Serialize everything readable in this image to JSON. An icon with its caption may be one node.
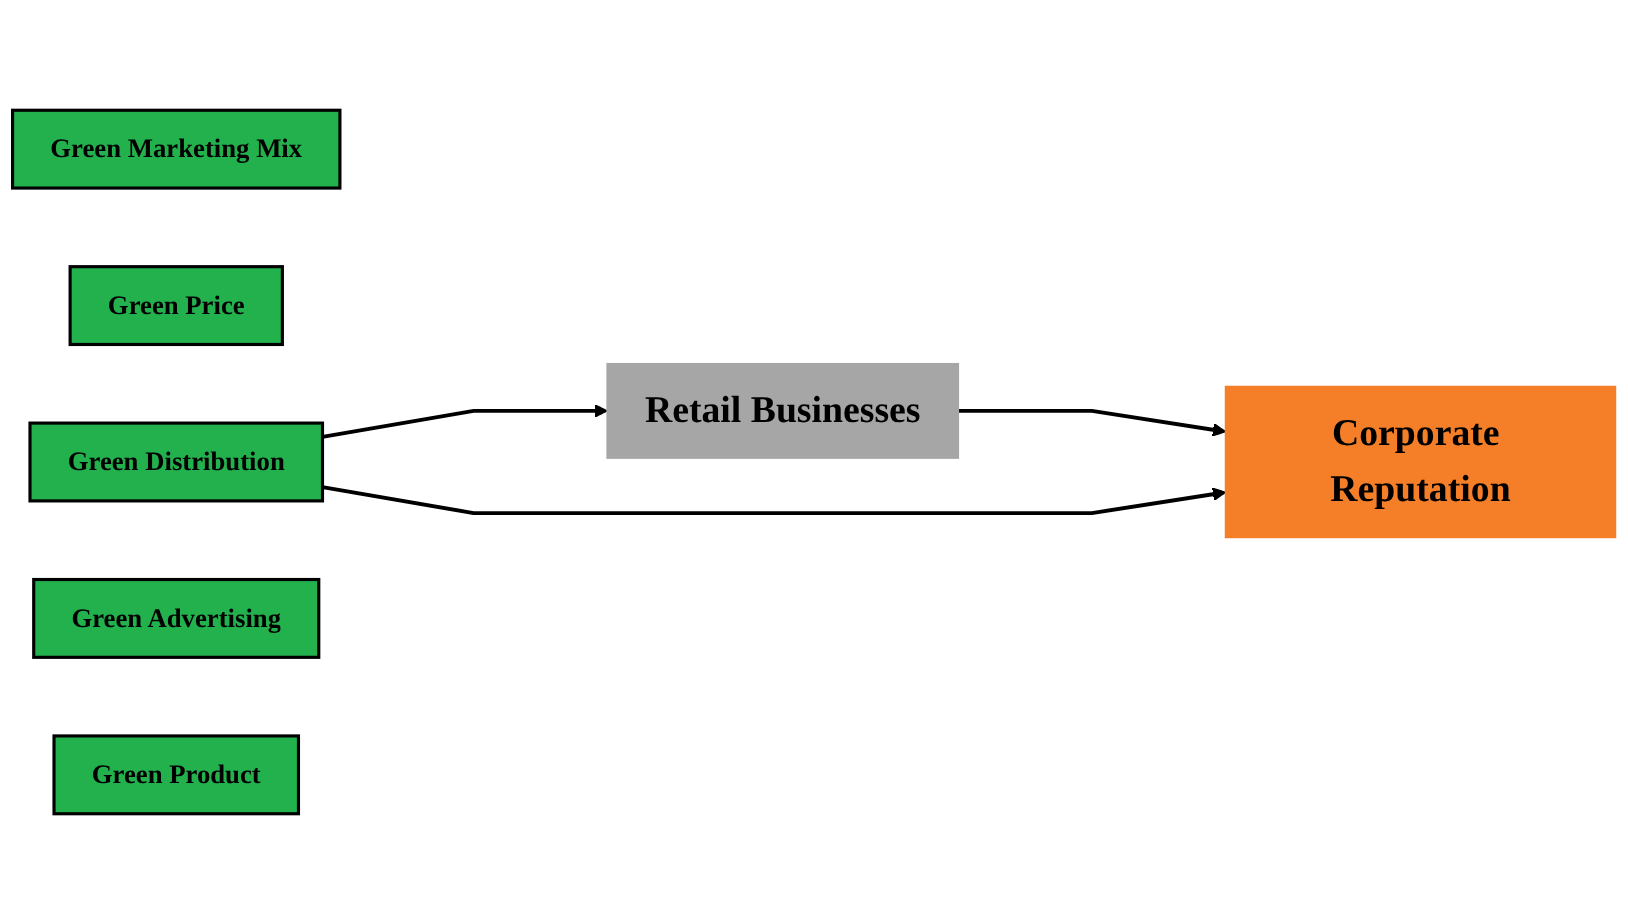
{
  "diagram": {
    "nodes": [
      {
        "text": [
          "Green Marketing Mix"
        ]
      },
      {
        "text": [
          "Green Price"
        ]
      },
      {
        "text": [
          "Green Distribution"
        ]
      },
      {
        "text": [
          "Green Advertising"
        ]
      },
      {
        "text": [
          "Green Product"
        ]
      },
      {
        "text": [
          "Retail Businesses"
        ]
      },
      {
        "text": [
          "Corporate Reputation"
        ]
      }
    ],
    "edges": [
      {
        "from": 2,
        "to": 5,
        "arrow": "to"
      },
      {
        "from": 5,
        "to": 6,
        "arrow": "to"
      },
      {
        "from": 2,
        "to": 6,
        "arrow": "to"
      }
    ]
  }
}
